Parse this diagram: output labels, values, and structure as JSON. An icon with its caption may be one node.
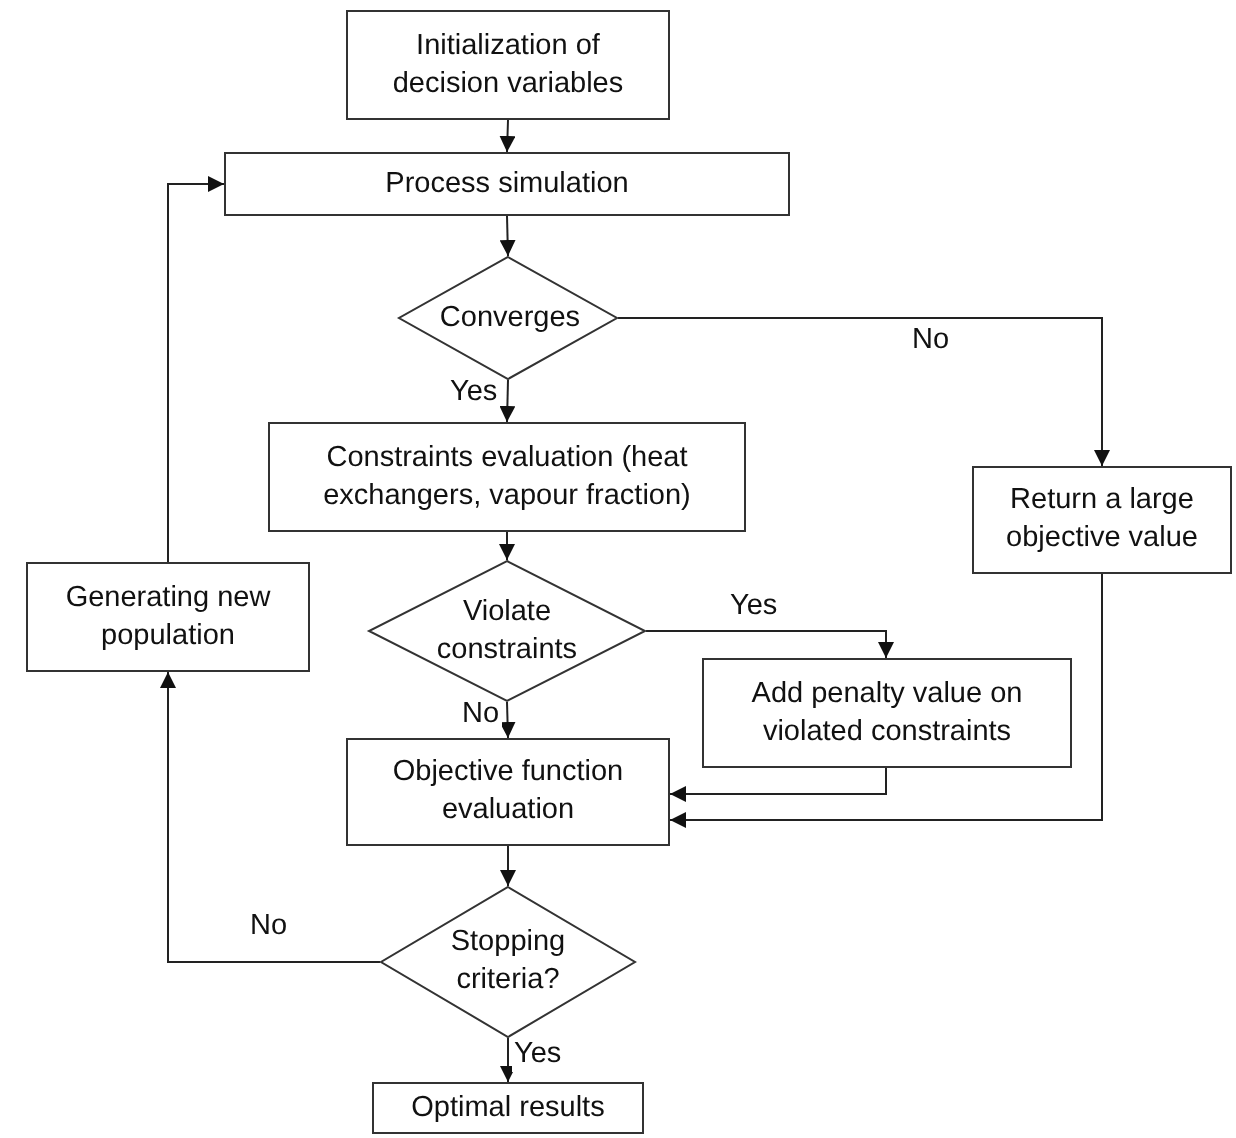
{
  "diagram": {
    "nodes": [
      {
        "text": [
          "Initialization of decision variables"
        ]
      },
      {
        "text": [
          "Process simulation"
        ]
      },
      {
        "text": [
          "Converges"
        ]
      },
      {
        "text": [
          "Constraints evaluation (heat exchangers, vapour fraction)"
        ]
      },
      {
        "text": [
          "Return a large objective value"
        ]
      },
      {
        "text": [
          "Generating new population"
        ]
      },
      {
        "text": [
          "Violate constraints"
        ]
      },
      {
        "text": [
          "Add penalty value on violated constraints"
        ]
      },
      {
        "text": [
          "Objective function evaluation"
        ]
      },
      {
        "text": [
          "Stopping criteria?"
        ]
      },
      {
        "text": [
          "Optimal results"
        ]
      }
    ],
    "edges": [
      {
        "from": 0,
        "to": 1,
        "arrow": "to"
      },
      {
        "from": 1,
        "to": 2,
        "arrow": "to"
      },
      {
        "from": 2,
        "to": 3,
        "arrow": "to",
        "label": "Yes"
      },
      {
        "from": 2,
        "to": 4,
        "arrow": "to",
        "label": "No"
      },
      {
        "from": 3,
        "to": 6,
        "arrow": "to"
      },
      {
        "from": 6,
        "to": 7,
        "arrow": "to",
        "label": "Yes"
      },
      {
        "from": 6,
        "to": 8,
        "arrow": "to",
        "label": "No"
      },
      {
        "from": 7,
        "to": 8,
        "arrow": "to"
      },
      {
        "from": 4,
        "to": 8,
        "arrow": "to"
      },
      {
        "from": 8,
        "to": 9,
        "arrow": "to"
      },
      {
        "from": 9,
        "to": 10,
        "arrow": "to",
        "label": "Yes"
      },
      {
        "from": 9,
        "to": 5,
        "arrow": "to",
        "label": "No"
      },
      {
        "from": 5,
        "to": 1,
        "arrow": "to"
      }
    ]
  }
}
